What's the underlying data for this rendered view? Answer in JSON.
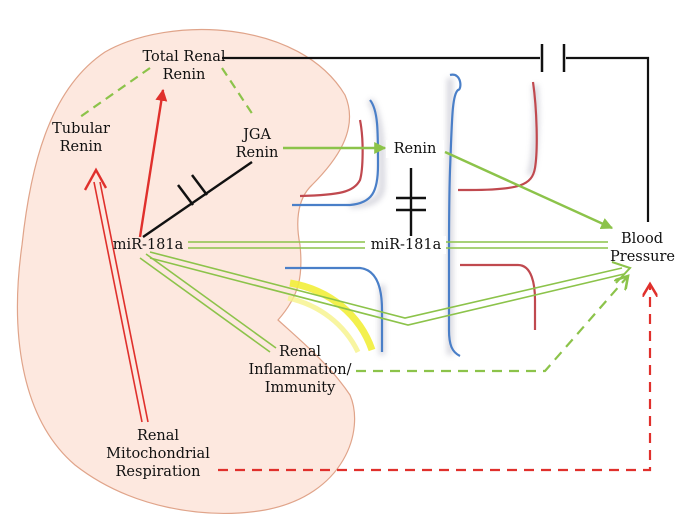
{
  "diagram": {
    "nodes": {
      "total_renal_renin": {
        "lines": [
          "Total Renal",
          "Renin"
        ]
      },
      "tubular_renin": {
        "lines": [
          "Tubular",
          "Renin"
        ]
      },
      "jga_renin": {
        "lines": [
          "JGA",
          "Renin"
        ]
      },
      "renin": {
        "lines": [
          "Renin"
        ]
      },
      "mir181a_kidney": {
        "lines": [
          "miR-181a"
        ]
      },
      "mir181a_vessel": {
        "lines": [
          "miR-181a"
        ]
      },
      "blood_pressure": {
        "lines": [
          "Blood",
          "Pressure"
        ]
      },
      "renal_inflammation": {
        "lines": [
          "Renal",
          "Inflammation/",
          "Immunity"
        ]
      },
      "renal_mito": {
        "lines": [
          "Renal",
          "Mitochondrial",
          "Respiration"
        ]
      }
    },
    "colors": {
      "kidney_fill": "#fde8df",
      "kidney_stroke": "#e0a48a",
      "green": "#8cc34a",
      "red": "#e0302c",
      "black": "#111111",
      "vessel_blue": "#4a7fc8",
      "vessel_red": "#c0494f",
      "yellow": "#f2ee3a"
    },
    "edges": [
      {
        "from": "total_renal_renin",
        "to": "tubular_renin",
        "style": "dashed",
        "color": "green"
      },
      {
        "from": "total_renal_renin",
        "to": "jga_renin",
        "style": "dashed",
        "color": "green"
      },
      {
        "from": "total_renal_renin",
        "to": "blood_pressure",
        "style": "inhibition",
        "color": "black"
      },
      {
        "from": "mir181a_kidney",
        "to": "total_renal_renin",
        "style": "arrow",
        "color": "red"
      },
      {
        "from": "renal_mito",
        "to": "tubular_renin",
        "style": "double-arrow",
        "color": "red"
      },
      {
        "from": "mir181a_kidney",
        "to": "jga_renin",
        "style": "inhibition",
        "color": "black"
      },
      {
        "from": "jga_renin",
        "to": "renin",
        "style": "arrow",
        "color": "green"
      },
      {
        "from": "renin",
        "to": "blood_pressure",
        "style": "arrow",
        "color": "green"
      },
      {
        "from": "mir181a_vessel",
        "to": "renin",
        "style": "inhibition",
        "color": "black"
      },
      {
        "from": "mir181a_kidney",
        "to": "blood_pressure",
        "style": "double-arrow",
        "color": "green"
      },
      {
        "from": "mir181a_kidney",
        "to": "renal_inflammation",
        "style": "double-line",
        "color": "green"
      },
      {
        "from": "renal_inflammation",
        "to": "blood_pressure",
        "style": "dashed-arrow",
        "color": "green"
      },
      {
        "from": "renal_mito",
        "to": "blood_pressure",
        "style": "dashed-arrow",
        "color": "red"
      }
    ]
  }
}
